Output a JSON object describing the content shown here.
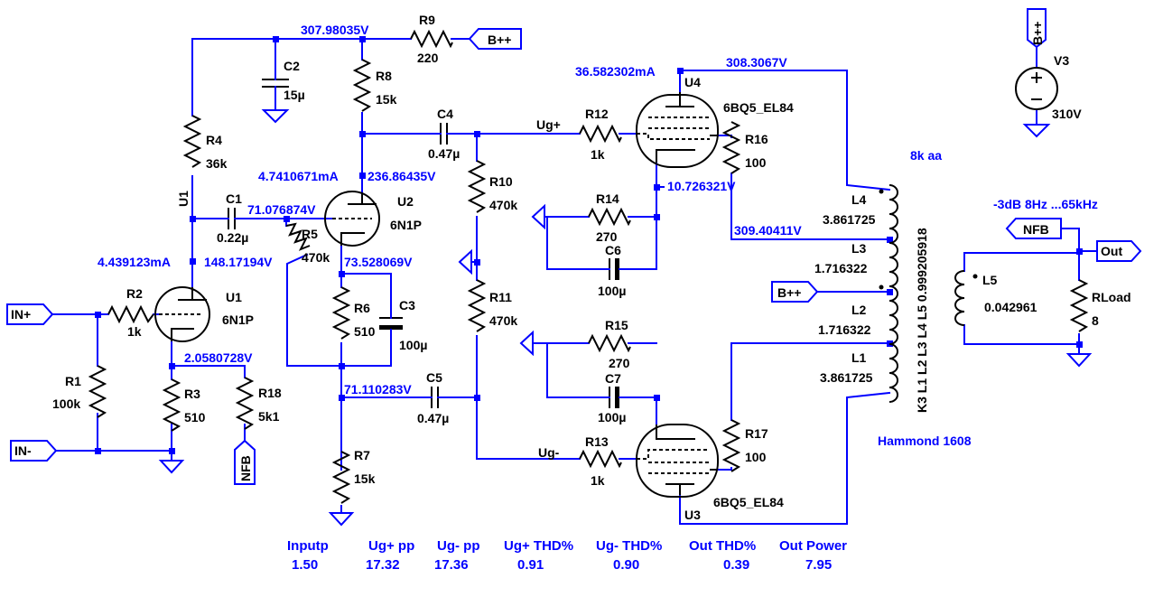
{
  "colors": {
    "wire": "#0000ff",
    "component": "#000000",
    "annotation": "#0000ff",
    "background": "#ffffff"
  },
  "node_voltages": {
    "b_plus_rail": "307.98035V",
    "u4_plate_current": "36.582302mA",
    "u4_plate_voltage": "308.3067V",
    "u2_plate_current": "4.7410671mA",
    "u2_plate_voltage": "236.86435V",
    "u2_grid": "71.076874V",
    "u1_plate_current": "4.439123mA",
    "u1_plate_voltage": "148.17194V",
    "u2_cathode": "73.528069V",
    "u1_cathode": "2.0580728V",
    "pi_lower": "71.110283V",
    "u4_screen": "10.726321V",
    "u3_plate_voltage": "309.40411V"
  },
  "labels": {
    "r9": "R9",
    "r9_val": "220",
    "r8": "R8",
    "r8_val": "15k",
    "c2": "C2",
    "c2_val": "15µ",
    "r4": "R4",
    "r4_val": "36k",
    "u1_vertical": "U1",
    "c1": "C1",
    "c1_val": "0.22µ",
    "r5": "R5",
    "r5_val": "470k",
    "u2": "U2",
    "u2_val": "6N1P",
    "c4": "C4",
    "c4_val": "0.47µ",
    "r10": "R10",
    "r10_val": "470k",
    "r11": "R11",
    "r11_val": "470k",
    "r12": "R12",
    "r12_val": "1k",
    "u4": "U4",
    "u4_val": "6BQ5_EL84",
    "r16": "R16",
    "r16_val": "100",
    "r14": "R14",
    "r14_val": "270",
    "c6": "C6",
    "c6_val": "100µ",
    "r15": "R15",
    "r15_val": "270",
    "c7": "C7",
    "c7_val": "100µ",
    "r13": "R13",
    "r13_val": "1k",
    "r17": "R17",
    "r17_val": "100",
    "u3": "U3",
    "u3_val": "6BQ5_EL84",
    "r2": "R2",
    "r2_val": "1k",
    "u1": "U1",
    "u1_val": "6N1P",
    "r1": "R1",
    "r1_val": "100k",
    "r3": "R3",
    "r3_val": "510",
    "r18": "R18",
    "r18_val": "5k1",
    "r6": "R6",
    "r6_val": "510",
    "c3": "C3",
    "c3_val": "100µ",
    "c5": "C5",
    "c5_val": "0.47µ",
    "r7": "R7",
    "r7_val": "15k",
    "ug_plus": "Ug+",
    "ug_minus": "Ug-",
    "l4": "L4",
    "l4_val": "3.861725",
    "l3": "L3",
    "l3_val": "1.716322",
    "l2": "L2",
    "l2_val": "1.716322",
    "l1": "L1",
    "l1_val": "3.861725",
    "coupling": "K3 L1 L2 L3 L4 L5  0.999205918",
    "transformer_note": "8k aa",
    "transformer_name": "Hammond 1608",
    "v3": "V3",
    "v3_val": "310V",
    "bandwidth_note": "-3dB 8Hz ...65kHz",
    "l5": "L5",
    "l5_val": "0.042961",
    "rload": "RLoad",
    "rload_val": "8"
  },
  "ports": {
    "bpp": "B++",
    "in_plus": "IN+",
    "in_minus": "IN-",
    "nfb": "NFB",
    "out": "Out"
  },
  "measurements": [
    {
      "name": "Inputp",
      "value": "1.50"
    },
    {
      "name": "Ug+ pp",
      "value": "17.32"
    },
    {
      "name": "Ug- pp",
      "value": "17.36"
    },
    {
      "name": "Ug+ THD%",
      "value": "0.91"
    },
    {
      "name": "Ug- THD%",
      "value": "0.90"
    },
    {
      "name": "Out THD%",
      "value": "0.39"
    },
    {
      "name": "Out Power",
      "value": "7.95"
    }
  ]
}
